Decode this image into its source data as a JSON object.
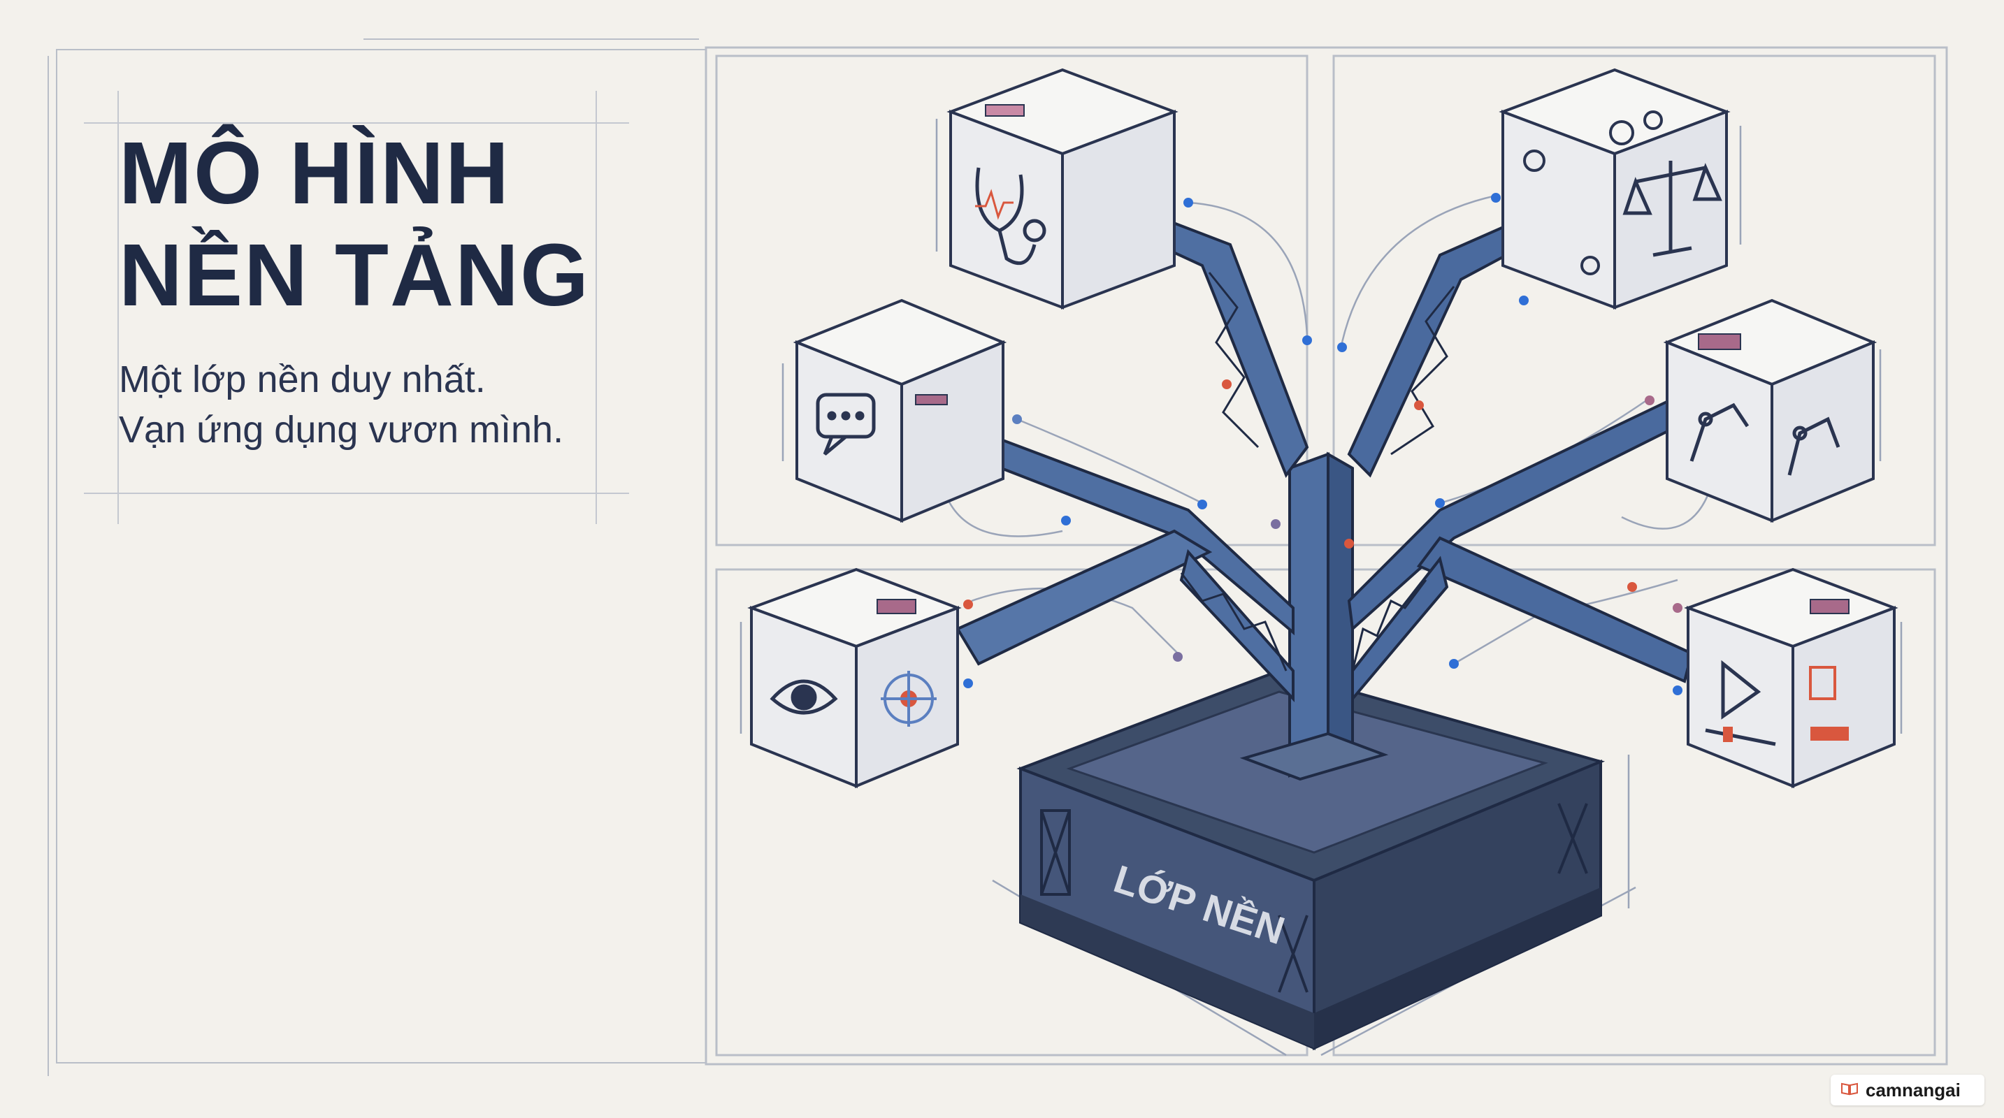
{
  "title": {
    "line1": "MÔ HÌNH",
    "line2": "NỀN TẢNG"
  },
  "subtitle": {
    "line1": "Một lớp nền duy nhất.",
    "line2": "Vạn ứng dụng vươn mình."
  },
  "base": {
    "label": "LỚP NỀN"
  },
  "applications": [
    {
      "name": "healthcare",
      "icon": "stethoscope-icon"
    },
    {
      "name": "legal",
      "icon": "scales-icon"
    },
    {
      "name": "chat",
      "icon": "chat-bubble-icon"
    },
    {
      "name": "robotics",
      "icon": "robot-arm-icon"
    },
    {
      "name": "vision",
      "icon": "eye-icon"
    },
    {
      "name": "media",
      "icon": "play-icon"
    }
  ],
  "watermark": {
    "text": "camnangai",
    "icon": "book-icon"
  },
  "colors": {
    "background": "#f3f1ec",
    "title": "#1f2a44",
    "beam": "#4a6a9e",
    "base": "#3b4a66",
    "accent_red": "#d9573e",
    "accent_pink": "#a86a8a",
    "accent_blue": "#2f6fd6",
    "line": "#b9bec8"
  }
}
